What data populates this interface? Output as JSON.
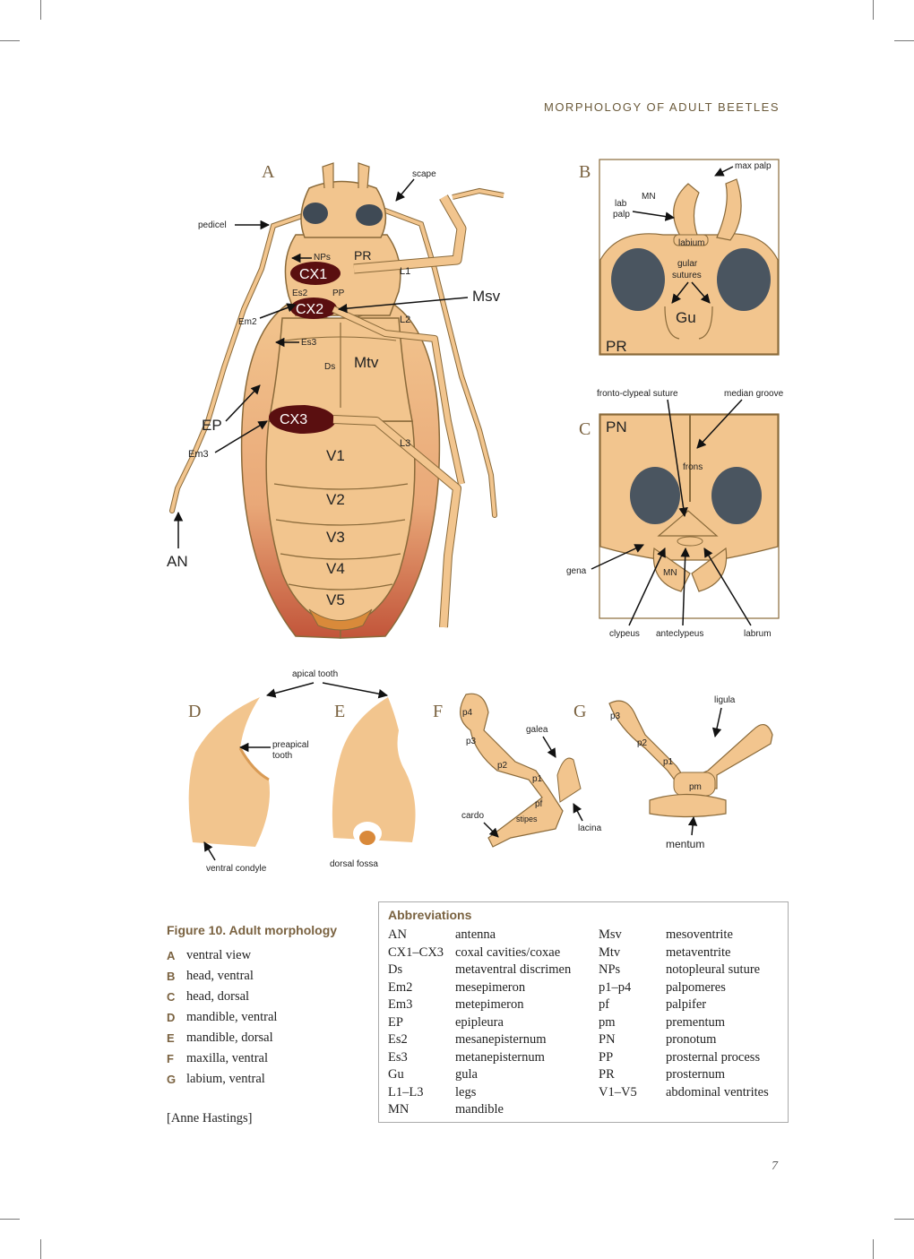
{
  "header": {
    "running_title": "MORPHOLOGY OF ADULT BEETLES"
  },
  "panels": {
    "A": {
      "letter": "A",
      "labels": {
        "scape": "scape",
        "pedicel": "pedicel",
        "NPs": "NPs",
        "PR": "PR",
        "CX1": "CX1",
        "L1": "L1",
        "Es2": "Es2",
        "PP": "PP",
        "Msv": "Msv",
        "CX2": "CX2",
        "Em2": "Em2",
        "L2": "L2",
        "Es3": "Es3",
        "Ds": "Ds",
        "Mtv": "Mtv",
        "EP": "EP",
        "CX3": "CX3",
        "Em3": "Em3",
        "L3": "L3",
        "V1": "V1",
        "V2": "V2",
        "V3": "V3",
        "V4": "V4",
        "V5": "V5",
        "AN": "AN"
      }
    },
    "B": {
      "letter": "B",
      "labels": {
        "max_palp": "max palp",
        "MN": "MN",
        "lab": "lab",
        "palp": "palp",
        "labium": "labium",
        "gular": "gular",
        "sutures": "sutures",
        "Gu": "Gu",
        "PR": "PR"
      }
    },
    "C": {
      "letter": "C",
      "labels": {
        "fronto_clypeal": "fronto-clypeal suture",
        "median_groove": "median groove",
        "PN": "PN",
        "frons": "frons",
        "gena": "gena",
        "MN": "MN",
        "clypeus": "clypeus",
        "anteclypeus": "anteclypeus",
        "labrum": "labrum"
      }
    },
    "D": {
      "letter": "D",
      "labels": {
        "preapical": "preapical",
        "tooth": "tooth",
        "ventral_condyle": "ventral condyle"
      }
    },
    "E": {
      "letter": "E",
      "labels": {
        "dorsal_fossa": "dorsal fossa"
      }
    },
    "shared": {
      "apical_tooth": "apical tooth"
    },
    "F": {
      "letter": "F",
      "labels": {
        "p4": "p4",
        "p3": "p3",
        "p2": "p2",
        "p1": "p1",
        "galea": "galea",
        "pf": "pf",
        "cardo": "cardo",
        "stipes": "stipes",
        "lacina": "lacina"
      }
    },
    "G": {
      "letter": "G",
      "labels": {
        "p3": "p3",
        "p2": "p2",
        "p1": "p1",
        "ligula": "ligula",
        "pm": "pm",
        "mentum": "mentum"
      }
    }
  },
  "caption": {
    "title": "Figure 10. Adult morphology",
    "items": [
      {
        "key": "A",
        "text": "ventral view"
      },
      {
        "key": "B",
        "text": "head, ventral"
      },
      {
        "key": "C",
        "text": "head, dorsal"
      },
      {
        "key": "D",
        "text": "mandible, ventral"
      },
      {
        "key": "E",
        "text": "mandible, dorsal"
      },
      {
        "key": "F",
        "text": "maxilla, ventral"
      },
      {
        "key": "G",
        "text": "labium, ventral"
      }
    ],
    "credit": "[Anne Hastings]"
  },
  "abbreviations": {
    "title": "Abbreviations",
    "rows": [
      [
        "AN",
        "antenna",
        "Msv",
        "mesoventrite"
      ],
      [
        "CX1–CX3",
        "coxal cavities/coxae",
        "Mtv",
        "metaventrite"
      ],
      [
        "Ds",
        "metaventral discrimen",
        "NPs",
        "notopleural suture"
      ],
      [
        "Em2",
        "mesepimeron",
        "p1–p4",
        "palpomeres"
      ],
      [
        "Em3",
        "metepimeron",
        "pf",
        "palpifer"
      ],
      [
        "EP",
        "epipleura",
        "pm",
        "prementum"
      ],
      [
        "Es2",
        "mesanepisternum",
        "PN",
        "pronotum"
      ],
      [
        "Es3",
        "metanepisternum",
        "PP",
        "prosternal process"
      ],
      [
        "Gu",
        "gula",
        "PR",
        "prosternum"
      ],
      [
        "L1–L3",
        "legs",
        "V1–V5",
        "abdominal ventrites"
      ],
      [
        "MN",
        "mandible",
        "",
        ""
      ]
    ]
  },
  "page_number": "7",
  "colors": {
    "body": "#f2c58e",
    "outline": "#8a6a3a",
    "coxa": "#5a0f10",
    "eye": "#4a5560",
    "elytra_edge": "#c2553a",
    "accent": "#7a6240"
  }
}
